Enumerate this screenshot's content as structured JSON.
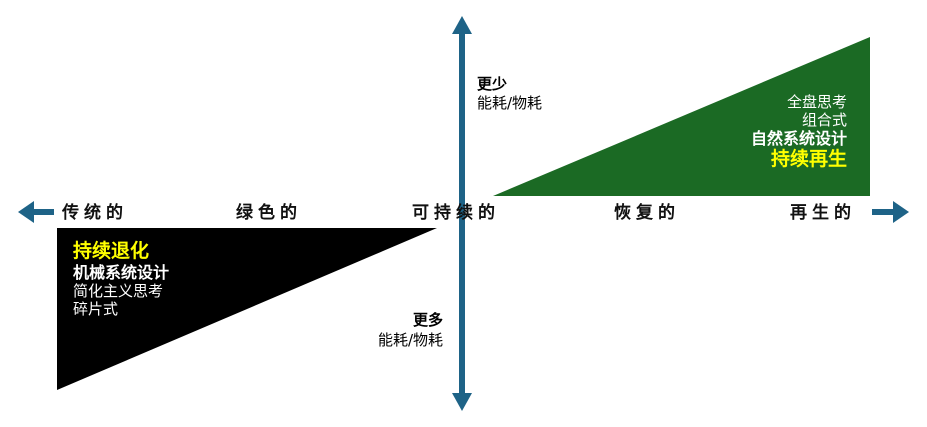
{
  "colors": {
    "arrow": "#1e6387",
    "green": "#1b6a24",
    "black": "#000000",
    "highlight": "#ffff00"
  },
  "axis_labels": [
    "传统的",
    "绿色的",
    "可持续的",
    "恢复的",
    "再生的"
  ],
  "top": {
    "title": "更少",
    "sub": "能耗/物耗"
  },
  "bottom": {
    "title": "更多",
    "sub": "能耗/物耗"
  },
  "green_box": {
    "lines": [
      "全盘思考",
      "组合式"
    ],
    "bold": "自然系统设计",
    "highlight": "持续再生"
  },
  "black_box": {
    "highlight": "持续退化",
    "bold": "机械系统设计",
    "lines": [
      "简化主义思考",
      "碎片式"
    ]
  }
}
